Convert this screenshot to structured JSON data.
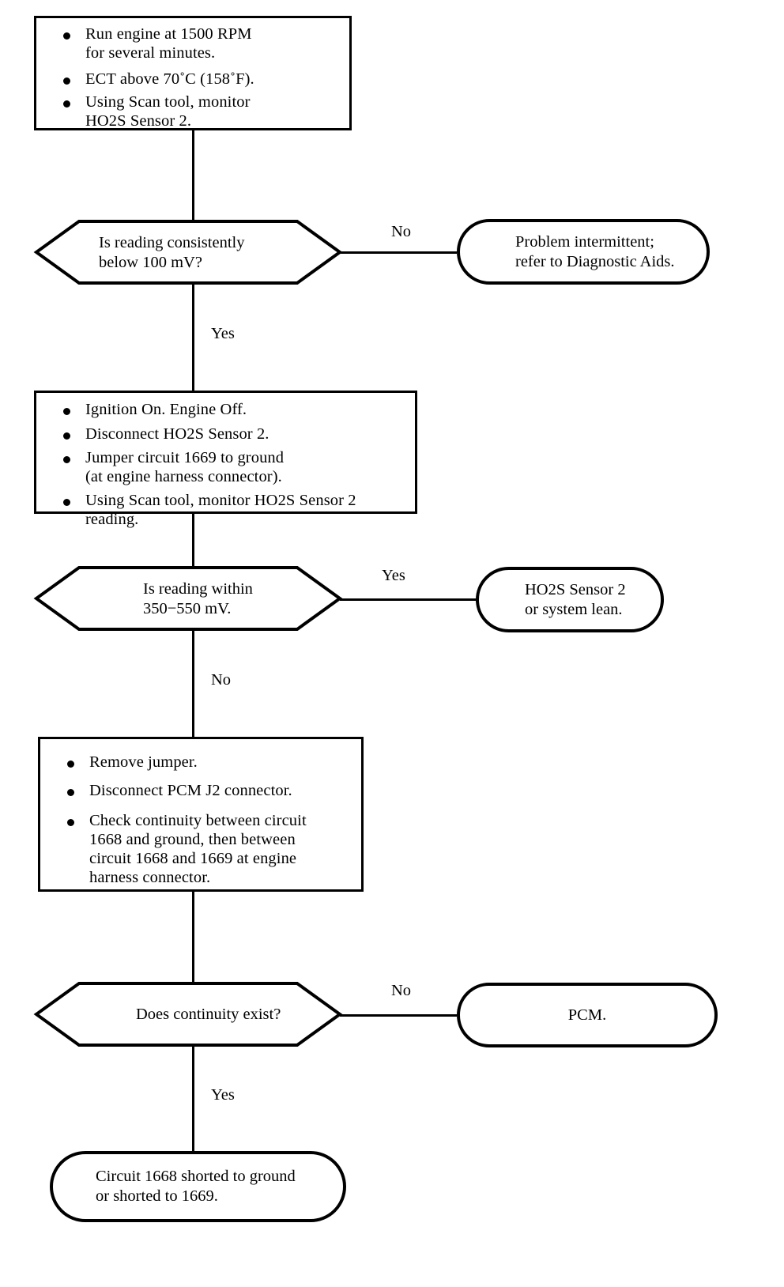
{
  "diagram": {
    "type": "troubleshooting-flowchart",
    "ink_color": "#000000",
    "background_color": "#ffffff"
  },
  "nodes": {
    "step1": {
      "shape": "process",
      "bullets": [
        "Run engine at 1500 RPM\nfor several minutes.",
        "ECT above 70˚C (158˚F).",
        "Using Scan tool, monitor\nHO2S Sensor 2."
      ]
    },
    "decision1": {
      "shape": "decision",
      "text": "Is reading consistently\nbelow 100 mV?"
    },
    "result1": {
      "shape": "terminator",
      "text": "Problem intermittent;\nrefer to Diagnostic Aids."
    },
    "step2": {
      "shape": "process",
      "bullets": [
        "Ignition On. Engine Off.",
        "Disconnect HO2S Sensor 2.",
        "Jumper circuit 1669 to ground\n(at engine harness connector).",
        "Using Scan tool, monitor HO2S Sensor 2\nreading."
      ]
    },
    "decision2": {
      "shape": "decision",
      "text": "Is reading within\n350−550 mV."
    },
    "result2": {
      "shape": "terminator",
      "text": "HO2S Sensor 2\nor system lean."
    },
    "step3": {
      "shape": "process",
      "bullets": [
        "Remove jumper.",
        "Disconnect PCM J2 connector.",
        "Check continuity between circuit\n1668 and ground, then between\ncircuit 1668 and 1669 at engine\nharness connector."
      ]
    },
    "decision3": {
      "shape": "decision",
      "text": "Does continuity exist?"
    },
    "result3": {
      "shape": "terminator",
      "text": "PCM."
    },
    "result4": {
      "shape": "terminator",
      "text": "Circuit 1668 shorted to ground\nor shorted to 1669."
    }
  },
  "branch_labels": {
    "d1_no": "No",
    "d1_yes": "Yes",
    "d2_yes": "Yes",
    "d2_no": "No",
    "d3_no": "No",
    "d3_yes": "Yes"
  }
}
